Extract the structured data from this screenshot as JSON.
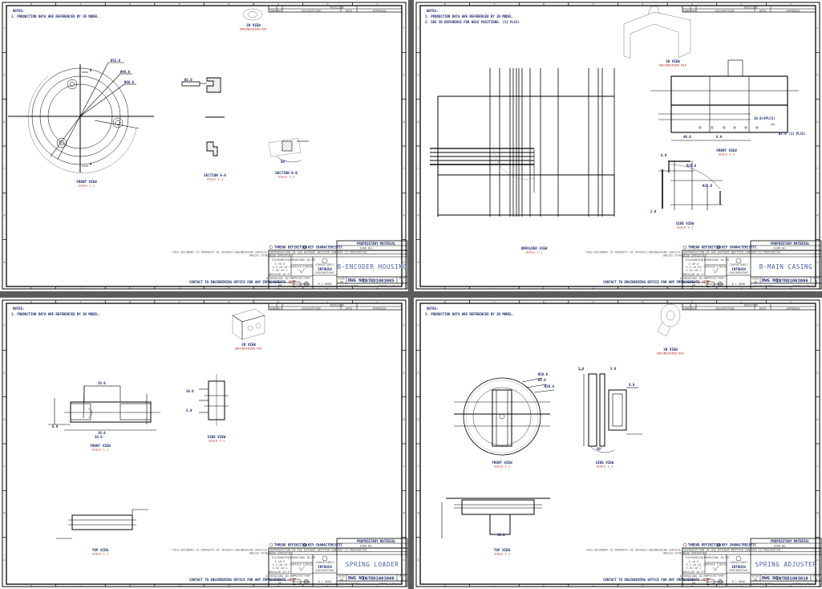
{
  "common": {
    "notes_heading": "NOTES:",
    "thread_definition": "THREAD DEFINITION",
    "key_characteristic": "KEY CHARACTERISTIC",
    "proprietary": "PROPRIETARY MATERIAL",
    "form_no": "FORM NO.",
    "statement": "THIS DOCUMENT IS PROPERTY OF INTOUCH ENGINEERING SERVICE. REPRODUCTION OR USE WITHOUT WRITTEN CONSENT IS PROHIBITED.",
    "unless": "UNLESS OTHERWISE SPECIFIED",
    "tolerance_heading": "TOLERANCES",
    "tolerances": [
      "X  ±0.5",
      "X.X  ±0.25",
      "X.XX  ±0.1"
    ],
    "angular": "ANGULAR ±0.5°",
    "dims_label": "DIMENSIONS IN MM",
    "finish_label": "SURFACE FINISH",
    "projection_label": "PROJECTION",
    "units": "MM",
    "company": "INTOUCH",
    "company_sub": "ENGINEERING",
    "company_top": "CONSULTANCY",
    "drawn_by": "B.L.BOND",
    "size_label": "SIZE",
    "size": "A0",
    "dwg_label": "DWG NO:",
    "rev_label": "REV",
    "rev": "A",
    "scale_label": "SCALE: NONE",
    "sheet": "SHEET 1 OF 1",
    "revision": "REVISION",
    "rev_cols": [
      "ZONE",
      "REV",
      "DESCRIPTION",
      "DATE",
      "APPROVED"
    ],
    "contact": "CONTACT TO ENGINEERING OFFICE FOR ANY IMPROVEMENTS",
    "contact_tail": "/QTY",
    "zones_top": [
      "8",
      "7",
      "6",
      "5",
      "4",
      "3",
      "2",
      "1"
    ],
    "zones_side": [
      "F",
      "E",
      "D",
      "C",
      "B",
      "A"
    ],
    "view_3d": "3D VIEW",
    "view_3d_sub": "ENGINEERING REF"
  },
  "sheets": [
    {
      "title": "B-ENCODER HOUSING",
      "dwg_no": "INTRD1003005",
      "notes": [
        "1. PRODUCTION DATA ARE REFERENCED BY 3D MODEL."
      ],
      "views": [
        {
          "label": "FRONT VIEW",
          "scale": "SCALE 1:1"
        },
        {
          "label": "SECTION A-A",
          "scale": "SCALE 1:1"
        },
        {
          "label": "SECTION B-B",
          "scale": "SCALE 1:1"
        }
      ],
      "dims": [
        "Ø32.0",
        "Ø48.0",
        "Ø40.0",
        "A",
        "A",
        "Ø1.0",
        "60°"
      ]
    },
    {
      "title": "B-MAIN CASING",
      "dwg_no": "INTRD1003006",
      "notes": [
        "1. PRODUCTION DATA ARE REFERENCED BY 3D MODEL.",
        "2. SEE 3D REFERENCE FOR HOLE POSITIONS. (11 PLCS)"
      ],
      "views": [
        {
          "label": "UNFOLDED VIEW",
          "scale": "SCALE 2:1"
        },
        {
          "label": "FRONT VIEW",
          "scale": "SCALE 2:1"
        },
        {
          "label": "SIDE VIEW",
          "scale": "SCALE 2:1"
        }
      ],
      "dims": [
        "10.0(4PLCS)",
        "Ø2.0 (11 PLCS)",
        "40.0",
        "8.0",
        "8.0",
        "R20.0",
        "R25.0",
        "2.0"
      ]
    },
    {
      "title": "SPRING LOADER",
      "dwg_no": "INTRD1003008",
      "notes": [
        "1. PRODUCTION DATA ARE REFERENCED BY 3D MODEL."
      ],
      "views": [
        {
          "label": "FRONT VIEW",
          "scale": "SCALE 1:1"
        },
        {
          "label": "SIDE VIEW",
          "scale": "SCALE 1:1"
        },
        {
          "label": "TOP VIEW",
          "scale": "SCALE 1:1"
        }
      ],
      "dims": [
        "28.0",
        "38.0",
        "38.0",
        "8.0",
        "10.0",
        "5.0"
      ]
    },
    {
      "title": "SPRING ADJUSTER",
      "dwg_no": "INTRD1003010",
      "notes": [
        "1. PRODUCTION DATA ARE REFERENCED BY 3D MODEL."
      ],
      "views": [
        {
          "label": "FRONT VIEW",
          "scale": "SCALE 1:1"
        },
        {
          "label": "SIDE VIEW",
          "scale": "SCALE 1:1"
        },
        {
          "label": "TOP VIEW",
          "scale": "SCALE 1:1"
        }
      ],
      "dims": [
        "Ø38.0",
        "Ø5.0",
        "Ø20.0",
        "3.0",
        "3.0",
        "8.0",
        "60°",
        "10.0"
      ]
    }
  ]
}
